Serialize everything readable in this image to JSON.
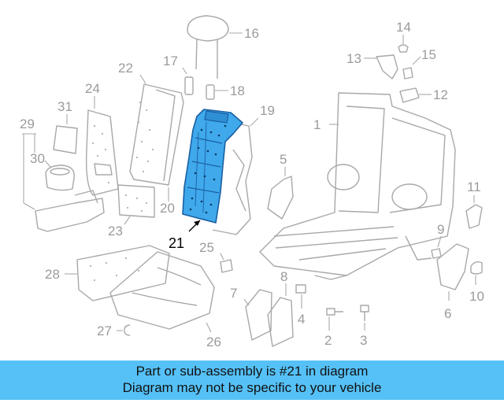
{
  "highlight_color": "#3fa9ec",
  "footer_color": "#55c1f7",
  "labels": {
    "l1": "1",
    "l2": "2",
    "l3": "3",
    "l4": "4",
    "l5": "5",
    "l6": "6",
    "l7": "7",
    "l8": "8",
    "l9": "9",
    "l10": "10",
    "l11": "11",
    "l12": "12",
    "l13": "13",
    "l14": "14",
    "l15": "15",
    "l16": "16",
    "l17": "17",
    "l18": "18",
    "l19": "19",
    "l20": "20",
    "l21": "21",
    "l22": "22",
    "l23": "23",
    "l24": "24",
    "l25": "25",
    "l26": "26",
    "l27": "27",
    "l28": "28",
    "l29": "29",
    "l30": "30",
    "l31": "31"
  },
  "footer": {
    "line1": "Part or sub-assembly is #21 in diagram",
    "line2": "Diagram may not be specific to your vehicle"
  }
}
